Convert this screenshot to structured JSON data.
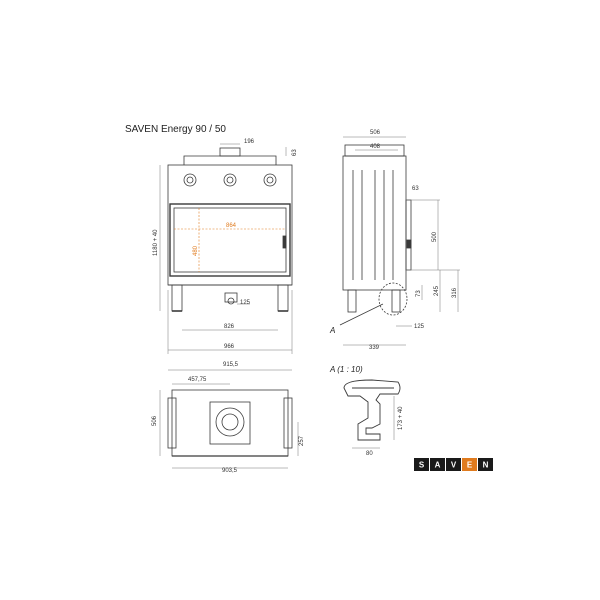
{
  "title": "SAVEN Energy 90 / 50",
  "colors": {
    "line": "#3a3a3a",
    "dim": "#777777",
    "accent": "#e07b1e",
    "logo_bg": "#1a1a1a"
  },
  "front_view": {
    "dims": {
      "d196": "196",
      "d63": "63",
      "d1180": "1180 + 40",
      "d864": "864",
      "d480": "480",
      "d125": "125",
      "d826": "826",
      "d966": "966"
    }
  },
  "side_view": {
    "dims": {
      "d506": "506",
      "d408": "408",
      "d63": "63",
      "d500": "500",
      "d73": "73",
      "d245": "245",
      "d316": "316",
      "d125": "125",
      "d339": "339"
    },
    "detail_marker": "A"
  },
  "top_view": {
    "dims": {
      "d915": "915,5",
      "d457": "457,75",
      "d506": "506",
      "d257": "257",
      "d903": "903,5"
    }
  },
  "detail": {
    "label": "A (1 : 10)",
    "dims": {
      "d173": "173 + 40",
      "d80": "80"
    }
  },
  "logo": {
    "letters": [
      "S",
      "A",
      "V",
      "E",
      "N"
    ],
    "highlight_index": 3,
    "highlight_color": "#e07b1e"
  }
}
